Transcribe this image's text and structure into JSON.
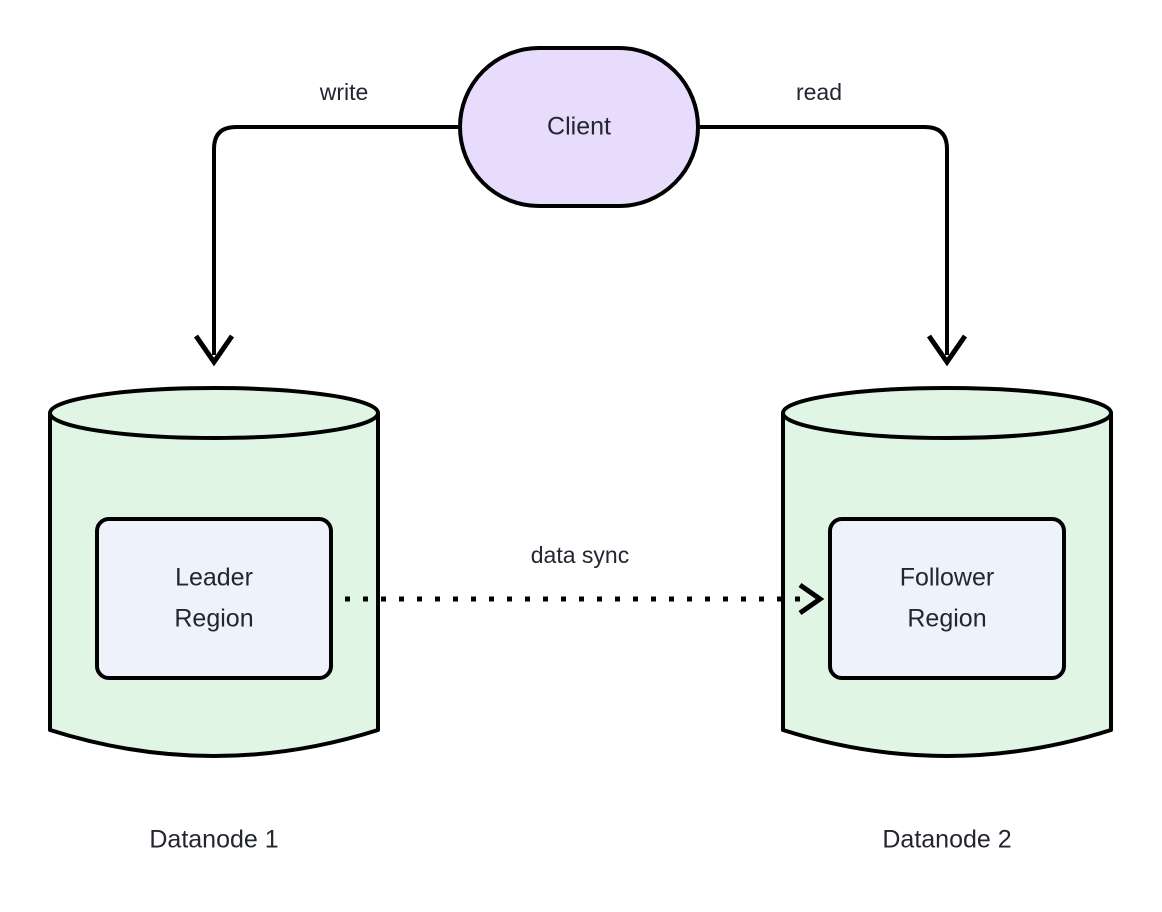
{
  "diagram": {
    "title": "Datanode leader-follower replication diagram",
    "background_color": "#ffffff",
    "stroke_color": "#000000",
    "text_color": "#232630"
  },
  "nodes": {
    "client": {
      "label": "Client",
      "shape": "stadium",
      "fill_color": "#e8dcfc"
    },
    "datanode1": {
      "caption": "Datanode 1",
      "shape": "cylinder",
      "fill_color": "#e0f5e4",
      "region": {
        "label_line1": "Leader",
        "label_line2": "Region",
        "fill_color": "#eef2fb"
      }
    },
    "datanode2": {
      "caption": "Datanode 2",
      "shape": "cylinder",
      "fill_color": "#e0f5e4",
      "region": {
        "label_line1": "Follower",
        "label_line2": "Region",
        "fill_color": "#eef2fb"
      }
    }
  },
  "edges": [
    {
      "id": "write-edge",
      "label": "write",
      "from": "client",
      "to": "datanode1",
      "style": "solid",
      "arrow": "open"
    },
    {
      "id": "read-edge",
      "label": "read",
      "from": "client",
      "to": "datanode2",
      "style": "solid",
      "arrow": "open"
    },
    {
      "id": "data-sync-edge",
      "label": "data sync",
      "from": "leader-region",
      "to": "follower-region",
      "style": "dotted",
      "arrow": "open"
    }
  ]
}
